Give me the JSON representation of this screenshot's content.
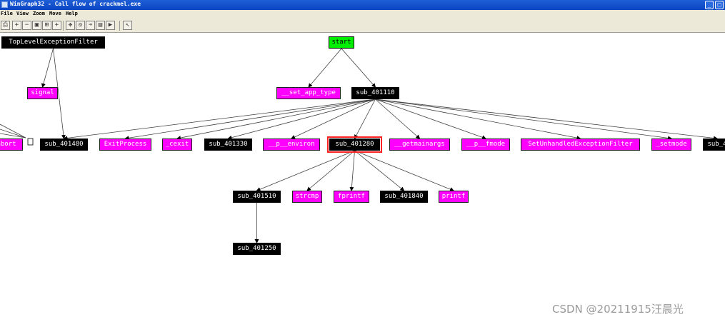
{
  "window": {
    "title": "WinGraph32 - Call flow of crackmel.exe",
    "minimize_glyph": "_",
    "maximize_glyph": "□"
  },
  "menu": {
    "items": [
      "File",
      "View",
      "Zoom",
      "Move",
      "Help"
    ]
  },
  "toolbar": {
    "buttons": [
      {
        "name": "print-icon",
        "glyph": "⎙"
      },
      {
        "name": "zoom-in-icon",
        "glyph": "+"
      },
      {
        "name": "zoom-out-icon",
        "glyph": "−"
      },
      {
        "name": "zoom-fit-icon",
        "glyph": "▣"
      },
      {
        "name": "zoom-full-icon",
        "glyph": "⊞"
      },
      {
        "name": "crosshair-icon",
        "glyph": "+"
      },
      {
        "name": "move-icon",
        "glyph": "✥"
      },
      {
        "name": "rotate-icon",
        "glyph": "◎"
      },
      {
        "name": "forward-icon",
        "glyph": "➔"
      },
      {
        "name": "layout-icon",
        "glyph": "▤"
      },
      {
        "name": "next-icon",
        "glyph": "▶"
      },
      {
        "name": "select-icon",
        "glyph": "↖"
      }
    ]
  },
  "graph": {
    "nodes": {
      "tlef": {
        "label": "TopLevelExceptionFilter",
        "kind": "black"
      },
      "signal": {
        "label": "signal",
        "kind": "magenta"
      },
      "start": {
        "label": "start",
        "kind": "green"
      },
      "set_app_type": {
        "label": "__set_app_type",
        "kind": "magenta"
      },
      "sub_401110": {
        "label": "sub_401110",
        "kind": "black"
      },
      "abort": {
        "label": "abort",
        "kind": "magenta"
      },
      "sub_401480": {
        "label": "sub_401480",
        "kind": "black"
      },
      "exitprocess": {
        "label": "ExitProcess",
        "kind": "magenta"
      },
      "cexit": {
        "label": "_cexit",
        "kind": "magenta"
      },
      "sub_401330": {
        "label": "sub_401330",
        "kind": "black"
      },
      "p_environ": {
        "label": "__p__environ",
        "kind": "magenta"
      },
      "sub_401280": {
        "label": "sub_401280",
        "kind": "black",
        "selected": true
      },
      "getmainargs": {
        "label": "__getmainargs",
        "kind": "magenta"
      },
      "p_fmode": {
        "label": "__p__fmode",
        "kind": "magenta"
      },
      "setuef": {
        "label": "SetUnhandledExceptionFilter",
        "kind": "magenta"
      },
      "setmode": {
        "label": "_setmode",
        "kind": "magenta"
      },
      "sub_4_cut": {
        "label": "sub_4",
        "kind": "black"
      },
      "sub_401510": {
        "label": "sub_401510",
        "kind": "black"
      },
      "strcmp": {
        "label": "strcmp",
        "kind": "magenta"
      },
      "fprintf": {
        "label": "fprintf",
        "kind": "magenta"
      },
      "sub_401840": {
        "label": "sub_401840",
        "kind": "black"
      },
      "printf": {
        "label": "printf",
        "kind": "magenta"
      },
      "sub_401250": {
        "label": "sub_401250",
        "kind": "black"
      }
    },
    "edges": [
      [
        "tlef",
        "signal"
      ],
      [
        "tlef",
        "sub_401480"
      ],
      [
        "start",
        "set_app_type"
      ],
      [
        "start",
        "sub_401110"
      ],
      [
        "sub_401110",
        "sub_401480"
      ],
      [
        "sub_401110",
        "exitprocess"
      ],
      [
        "sub_401110",
        "cexit"
      ],
      [
        "sub_401110",
        "sub_401330"
      ],
      [
        "sub_401110",
        "p_environ"
      ],
      [
        "sub_401110",
        "sub_401280"
      ],
      [
        "sub_401110",
        "getmainargs"
      ],
      [
        "sub_401110",
        "p_fmode"
      ],
      [
        "sub_401110",
        "setuef"
      ],
      [
        "sub_401110",
        "setmode"
      ],
      [
        "sub_401110",
        "sub_4_cut"
      ],
      [
        "sub_401280",
        "sub_401510"
      ],
      [
        "sub_401280",
        "strcmp"
      ],
      [
        "sub_401280",
        "fprintf"
      ],
      [
        "sub_401280",
        "sub_401840"
      ],
      [
        "sub_401280",
        "printf"
      ],
      [
        "sub_401510",
        "sub_401250"
      ]
    ]
  },
  "watermark": "CSDN @20211915汪晨光"
}
